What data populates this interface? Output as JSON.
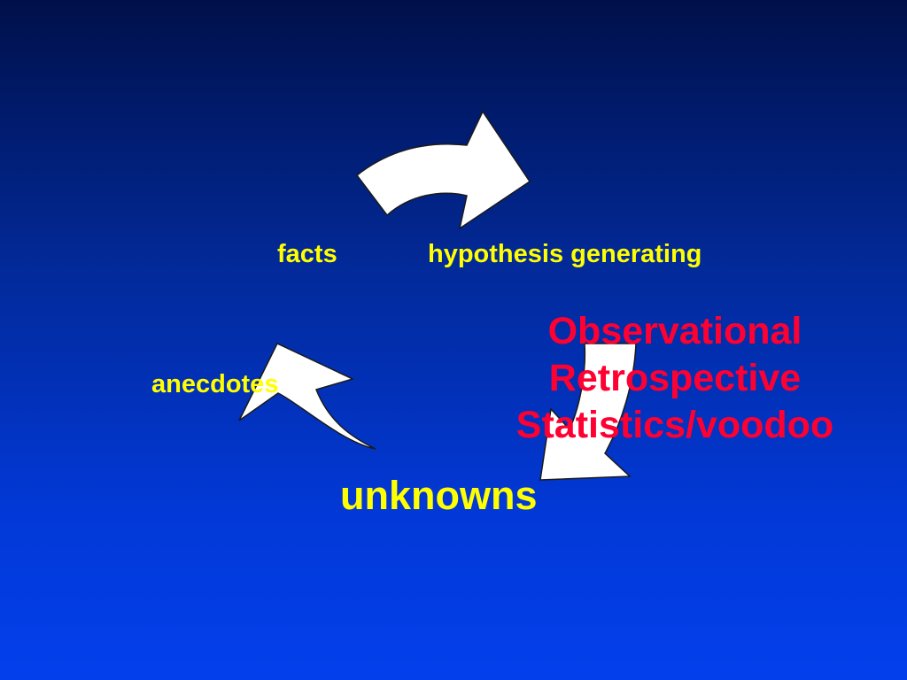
{
  "diagram": {
    "labels": {
      "facts": "facts",
      "hypothesis": "hypothesis generating",
      "anecdotes": "anecdotes",
      "unknowns": "unknowns"
    },
    "observational_block": [
      "Observational",
      "Retrospective",
      "Statistics/voodoo"
    ],
    "arrows": [
      {
        "name": "top-arrow",
        "direction": "clockwise"
      },
      {
        "name": "right-arrow",
        "direction": "clockwise"
      },
      {
        "name": "left-arrow",
        "direction": "clockwise"
      }
    ]
  },
  "colors": {
    "background_top": "#00104a",
    "background_bottom": "#0340ec",
    "label_yellow": "#ffff00",
    "observational_red": "#ff0033",
    "arrow_fill": "#ffffff"
  }
}
